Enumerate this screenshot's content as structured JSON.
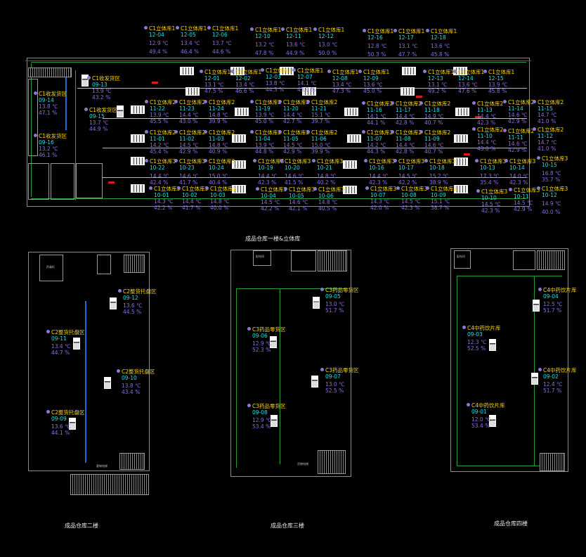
{
  "captions": {
    "floor1": "成品仓库一楼&立体库",
    "floor2": "成品仓库二楼",
    "floor3": "成品仓库三楼",
    "floor4": "成品仓库四楼"
  },
  "sensors": {
    "s1204": {
      "name": "C1立体库1",
      "code": "12-04",
      "temp": "12.9 ℃",
      "hum": "49.4 %"
    },
    "s1205": {
      "name": "C1立体库1",
      "code": "12-05",
      "temp": "13.4 ℃",
      "hum": "46.4 %"
    },
    "s1206": {
      "name": "C1立体库1",
      "code": "12-06",
      "temp": "13.7 ℃",
      "hum": "44.6 %"
    },
    "s1210": {
      "name": "C1立体库1",
      "code": "12-10",
      "temp": "13.2 ℃",
      "hum": "47.8 %"
    },
    "s1211": {
      "name": "C1立体库1",
      "code": "12-11",
      "temp": "13.6 ℃",
      "hum": "44.9 %"
    },
    "s1212": {
      "name": "C1立体库1",
      "code": "12-12",
      "temp": "13.0 ℃",
      "hum": "50.0 %"
    },
    "s1216": {
      "name": "C1立体库1",
      "code": "12-16",
      "temp": "12.8 ℃",
      "hum": "50.3 %"
    },
    "s1217": {
      "name": "C1立体库1",
      "code": "12-17",
      "temp": "13.1 ℃",
      "hum": "47.7 %"
    },
    "s1218": {
      "name": "C1立体库1",
      "code": "12-18",
      "temp": "13.6 ℃",
      "hum": "45.8 %"
    },
    "s1201": {
      "name": "C1立体库1",
      "code": "12-01",
      "temp": "13.1 ℃",
      "hum": "47.5 %"
    },
    "s1202": {
      "name": "C1立体库1",
      "code": "12-02",
      "temp": "13.4 ℃",
      "hum": "46.6 %"
    },
    "s1203": {
      "name": "C1立体库1",
      "code": "12-03",
      "temp": "13.8 ℃",
      "hum": "44.3 %"
    },
    "s1207": {
      "name": "C1立体库1",
      "code": "12-07",
      "temp": "14.1 ℃",
      "hum": "43.9 %"
    },
    "s1208": {
      "name": "C1立体库1",
      "code": "12-08",
      "temp": "13.4 ℃",
      "hum": "47.3 %"
    },
    "s1209": {
      "name": "C1立体库1",
      "code": "12-09",
      "temp": "13.6 ℃",
      "hum": "45.0 %"
    },
    "s1213": {
      "name": "C1立体库1",
      "code": "12-13",
      "temp": "13.1 ℃",
      "hum": "49.2 %"
    },
    "s1214": {
      "name": "C1立体库1",
      "code": "12-14",
      "temp": "13.6 ℃",
      "hum": "47.6 %"
    },
    "s1215": {
      "name": "C1立体库1",
      "code": "12-15",
      "temp": "13.9 ℃",
      "hum": "45.8 %"
    },
    "s0913": {
      "name": "C1收发货区",
      "code": "09-13",
      "temp": "13.9 ℃",
      "hum": "43.2 %"
    },
    "s0914": {
      "name": "C1收发货区",
      "code": "09-14",
      "temp": "13.8 ℃",
      "hum": "47.1 %"
    },
    "s0915": {
      "name": "C1收发货区",
      "code": "09-15",
      "temp": "13.7 ℃",
      "hum": "44.9 %"
    },
    "s0916": {
      "name": "C1收发货区",
      "code": "09-16",
      "temp": "13.2 ℃",
      "hum": "46.1 %"
    },
    "s1122": {
      "name": "C1立体库2",
      "code": "11-22",
      "temp": "13.9 ℃",
      "hum": "45.5 %"
    },
    "s1123": {
      "name": "C1立体库2",
      "code": "11-23",
      "temp": "14.4 ℃",
      "hum": "43.0 %"
    },
    "s1124": {
      "name": "C1立体库2",
      "code": "11-24",
      "temp": "14.8 ℃",
      "hum": "39.9 %"
    },
    "s1119": {
      "name": "C1立体库2",
      "code": "11-19",
      "temp": "13.9 ℃",
      "hum": "45.0 %"
    },
    "s1120": {
      "name": "C1立体库2",
      "code": "11-20",
      "temp": "14.4 ℃",
      "hum": "42.7 %"
    },
    "s1121": {
      "name": "C1立体库2",
      "code": "11-21",
      "temp": "15.1 ℃",
      "hum": "39.7 %"
    },
    "s1116": {
      "name": "C1立体库2",
      "code": "11-16",
      "temp": "14.1 ℃",
      "hum": "44.1 %"
    },
    "s1117": {
      "name": "C1立体库2",
      "code": "11-17",
      "temp": "14.4 ℃",
      "hum": "42.8 %"
    },
    "s1118": {
      "name": "C1立体库2",
      "code": "11-18",
      "temp": "14.9 ℃",
      "hum": "40.7 %"
    },
    "s1113": {
      "name": "C1立体库2",
      "code": "11-13",
      "temp": "14.4 ℃",
      "hum": "42.3 %"
    },
    "s1114": {
      "name": "C1立体库2",
      "code": "11-14",
      "temp": "14.6 ℃",
      "hum": "42.9 %"
    },
    "s1115": {
      "name": "C1立体库2",
      "code": "11-15",
      "temp": "14.7 ℃",
      "hum": "41.0 %"
    },
    "s1101": {
      "name": "C1立体库2",
      "code": "11-01",
      "temp": "14.2 ℃",
      "hum": "45.4 %"
    },
    "s1102": {
      "name": "C1立体库2",
      "code": "11-02",
      "temp": "14.5 ℃",
      "hum": "42.9 %"
    },
    "s1103": {
      "name": "C1立体库2",
      "code": "11-03",
      "temp": "14.8 ℃",
      "hum": "40.9 %"
    },
    "s1104": {
      "name": "C1立体库2",
      "code": "11-04",
      "temp": "13.9 ℃",
      "hum": "44.8 %"
    },
    "s1105": {
      "name": "C1立体库2",
      "code": "11-05",
      "temp": "14.5 ℃",
      "hum": "42.9 %"
    },
    "s1106": {
      "name": "C1立体库2",
      "code": "11-06",
      "temp": "15.0 ℃",
      "hum": "39.9 %"
    },
    "s1107": {
      "name": "C1立体库2",
      "code": "11-07",
      "temp": "14.2 ℃",
      "hum": "44.3 %"
    },
    "s1108": {
      "name": "C1立体库2",
      "code": "11-08",
      "temp": "14.4 ℃",
      "hum": "42.8 %"
    },
    "s1109": {
      "name": "C1立体库2",
      "code": "11-09",
      "temp": "14.6 ℃",
      "hum": "40.7 %"
    },
    "s1110": {
      "name": "C1立体库2",
      "code": "11-10",
      "temp": "14.4 ℃",
      "hum": "43.0 %"
    },
    "s1111": {
      "name": "C1立体库2",
      "code": "11-11",
      "temp": "14.6 ℃",
      "hum": "42.9 %"
    },
    "s1112": {
      "name": "C1立体库2",
      "code": "11-12",
      "temp": "14.7 ℃",
      "hum": "41.0 %"
    },
    "s1022": {
      "name": "C1立体库3",
      "code": "10-22",
      "temp": "14.4 ℃",
      "hum": "42.4 %"
    },
    "s1023": {
      "name": "C1立体库3",
      "code": "10-23",
      "temp": "14.6 ℃",
      "hum": "41.7 %"
    },
    "s1024": {
      "name": "C1立体库3",
      "code": "10-24",
      "temp": "15.0 ℃",
      "hum": "40.4 %"
    },
    "s1019": {
      "name": "C1立体库3",
      "code": "10-19",
      "temp": "14.4 ℃",
      "hum": "42.3 %"
    },
    "s1020": {
      "name": "C1立体库3",
      "code": "10-20",
      "temp": "14.6 ℃",
      "hum": "41.5 %"
    },
    "s1021": {
      "name": "C1立体库3",
      "code": "10-21",
      "temp": "14.8 ℃",
      "hum": "40.2 %"
    },
    "s1016": {
      "name": "C1立体库3",
      "code": "10-16",
      "temp": "14.4 ℃",
      "hum": "42.3 %"
    },
    "s1017": {
      "name": "C1立体库3",
      "code": "10-17",
      "temp": "14.5 ℃",
      "hum": "42.2 %"
    },
    "s1018": {
      "name": "C1立体库3",
      "code": "10-18",
      "temp": "15.2 ℃",
      "hum": "38.9 %"
    },
    "s1013": {
      "name": "C1立体库3",
      "code": "10-13",
      "temp": "17.3 ℃",
      "hum": "35.4 %"
    },
    "s1014": {
      "name": "C1立体库3",
      "code": "10-14",
      "temp": "14.0 ℃",
      "hum": "42.3 %"
    },
    "s1015": {
      "name": "C1立体库3",
      "code": "10-15",
      "temp": "16.8 ℃",
      "hum": "35.7 %"
    },
    "s1001": {
      "name": "C1立体库3",
      "code": "10-01",
      "temp": "14.3 ℃",
      "hum": "42.2 %"
    },
    "s1002": {
      "name": "C1立体库3",
      "code": "10-02",
      "temp": "14.4 ℃",
      "hum": "41.7 %"
    },
    "s1003": {
      "name": "C1立体库3",
      "code": "10-03",
      "temp": "14.8 ℃",
      "hum": "40.0 %"
    },
    "s1004": {
      "name": "C1立体库3",
      "code": "10-04",
      "temp": "14.5 ℃",
      "hum": "42.2 %"
    },
    "s1005": {
      "name": "C1立体库3",
      "code": "10-05",
      "temp": "14.6 ℃",
      "hum": "42.1 %"
    },
    "s1006": {
      "name": "C1立体库3",
      "code": "10-06",
      "temp": "14.8 ℃",
      "hum": "40.5 %"
    },
    "s1007": {
      "name": "C1立体库3",
      "code": "10-07",
      "temp": "14.3 ℃",
      "hum": "42.0 %"
    },
    "s1008": {
      "name": "C1立体库3",
      "code": "10-08",
      "temp": "14.5 ℃",
      "hum": "42.3 %"
    },
    "s1009": {
      "name": "C1立体库3",
      "code": "10-09",
      "temp": "15.1 ℃",
      "hum": "38.7 %"
    },
    "s1010": {
      "name": "C1立体库3",
      "code": "10-10",
      "temp": "14.5 ℃",
      "hum": "42.3 %"
    },
    "s1011": {
      "name": "C1立体库3",
      "code": "10-11",
      "temp": "14.5 ℃",
      "hum": "42.9 %"
    },
    "s1012": {
      "name": "C1立体库3",
      "code": "10-12",
      "temp": "14.9 ℃",
      "hum": "40.0 %"
    },
    "s0912": {
      "name": "C2整货托盘区",
      "code": "09-12",
      "temp": "13.6 ℃",
      "hum": "44.5 %"
    },
    "s0911": {
      "name": "C2整货托盘区",
      "code": "09-11",
      "temp": "13.4 ℃",
      "hum": "44.7 %"
    },
    "s0910": {
      "name": "C2整货托盘区",
      "code": "09-10",
      "temp": "13.8 ℃",
      "hum": "43.4 %"
    },
    "s0909": {
      "name": "C2整货托盘区",
      "code": "09-09",
      "temp": "13.6 ℃",
      "hum": "44.1 %"
    },
    "s0905": {
      "name": "C3药品零货区",
      "code": "09-05",
      "temp": "13.0 ℃",
      "hum": "51.7 %"
    },
    "s0906": {
      "name": "C3药品零货区",
      "code": "09-06",
      "temp": "12.9 ℃",
      "hum": "52.3 %"
    },
    "s0907": {
      "name": "C3药品零货区",
      "code": "09-07",
      "temp": "13.0 ℃",
      "hum": "52.5 %"
    },
    "s0908": {
      "name": "C3药品零货区",
      "code": "09-08",
      "temp": "12.9 ℃",
      "hum": "53.4 %"
    },
    "s0904": {
      "name": "C4中药饮片库",
      "code": "09-04",
      "temp": "12.5 ℃",
      "hum": "51.7 %"
    },
    "s0903": {
      "name": "C4中药饮片库",
      "code": "09-03",
      "temp": "12.3 ℃",
      "hum": "52.5 %"
    },
    "s0902": {
      "name": "C4中药饮片库",
      "code": "09-02",
      "temp": "12.4 ℃",
      "hum": "51.7 %"
    },
    "s0901": {
      "name": "C4中药饮片库",
      "code": "09-01",
      "temp": "12.0 ℃",
      "hum": "53.4 %"
    }
  },
  "labels": {
    "room_a": "防毒柜",
    "room_b": "配电间",
    "elevator_a": "客梯电梯",
    "elevator_b": "货梯电梯"
  },
  "colors": {
    "name": "#ffd900",
    "code": "#18e6e6",
    "value": "#8f6fd8",
    "dot": "#8a7ad0",
    "wall": "#8a8a8a",
    "pipe": "#1e6fd6",
    "green": "#2a9d3a"
  }
}
